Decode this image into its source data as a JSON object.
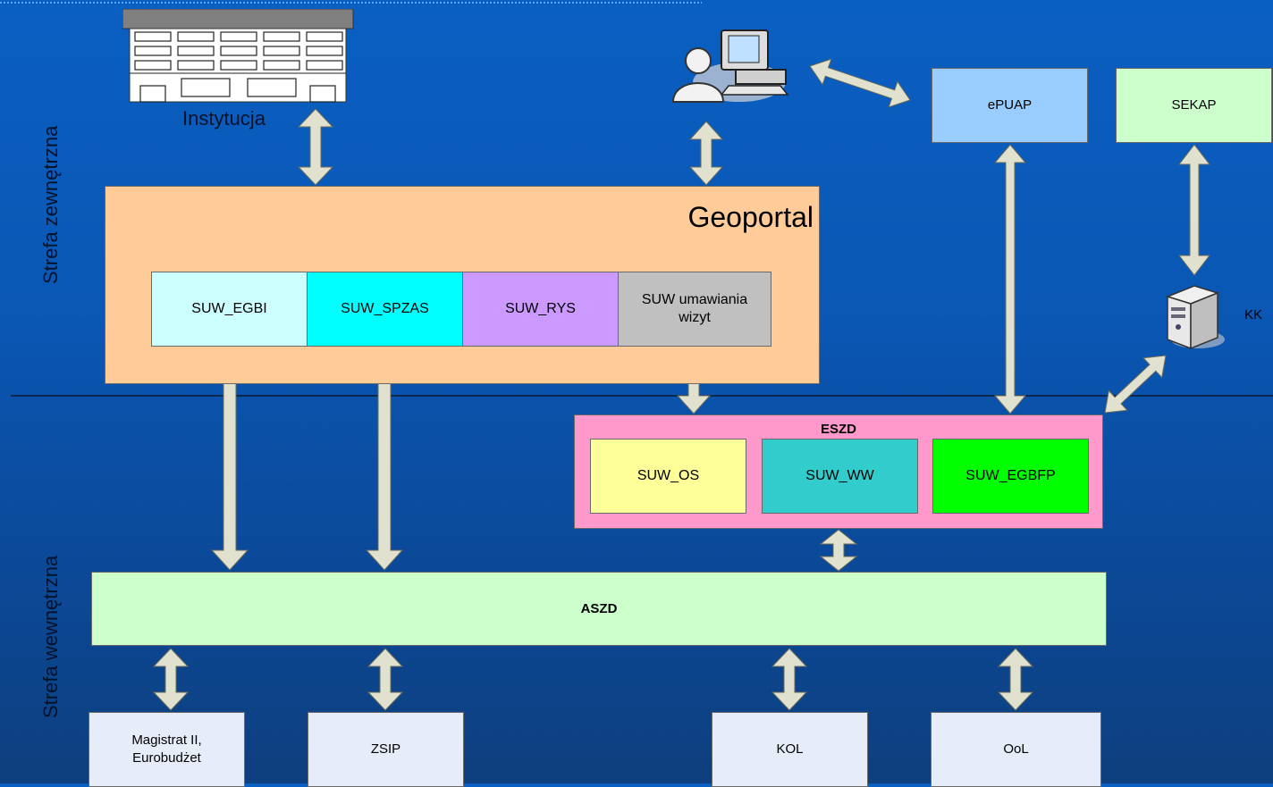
{
  "zones": {
    "external": "Strefa zewnętrzna",
    "internal": "Strefa wewnętrzna"
  },
  "institution": {
    "label": "Instytucja",
    "icon": "building-icon"
  },
  "user": {
    "icon": "user-computer-icon"
  },
  "server": {
    "label": "KK",
    "icon": "server-icon"
  },
  "geoportal": {
    "title": "Geoportal",
    "services": [
      "SUW_EGBI",
      "SUW_SPZAS",
      "SUW_RYS",
      "SUW umawiania wizyt"
    ]
  },
  "epuap": "ePUAP",
  "sekap": "SEKAP",
  "eszd": {
    "title": "ESZD",
    "services": [
      "SUW_OS",
      "SUW_WW",
      "SUW_EGBFP"
    ]
  },
  "aszd": "ASZD",
  "systems": [
    "Magistrat II, Eurobudżet",
    "ZSIP",
    "KOL",
    "OoL"
  ],
  "colors": {
    "background": "#0a5fc2",
    "geoportal": "#ffcc99",
    "egbi": "#ccffff",
    "spzas": "#00ffff",
    "rys": "#cc99ff",
    "wizyt": "#c0c0c0",
    "eszd": "#ff99cc",
    "os": "#ffff99",
    "ww": "#33cccc",
    "egbfp": "#00ff00",
    "aszd": "#ccffcc",
    "systems": "#e6ecf8",
    "epuap": "#99ccff",
    "sekap": "#ccffcc",
    "arrow": "#e0e2cf"
  }
}
